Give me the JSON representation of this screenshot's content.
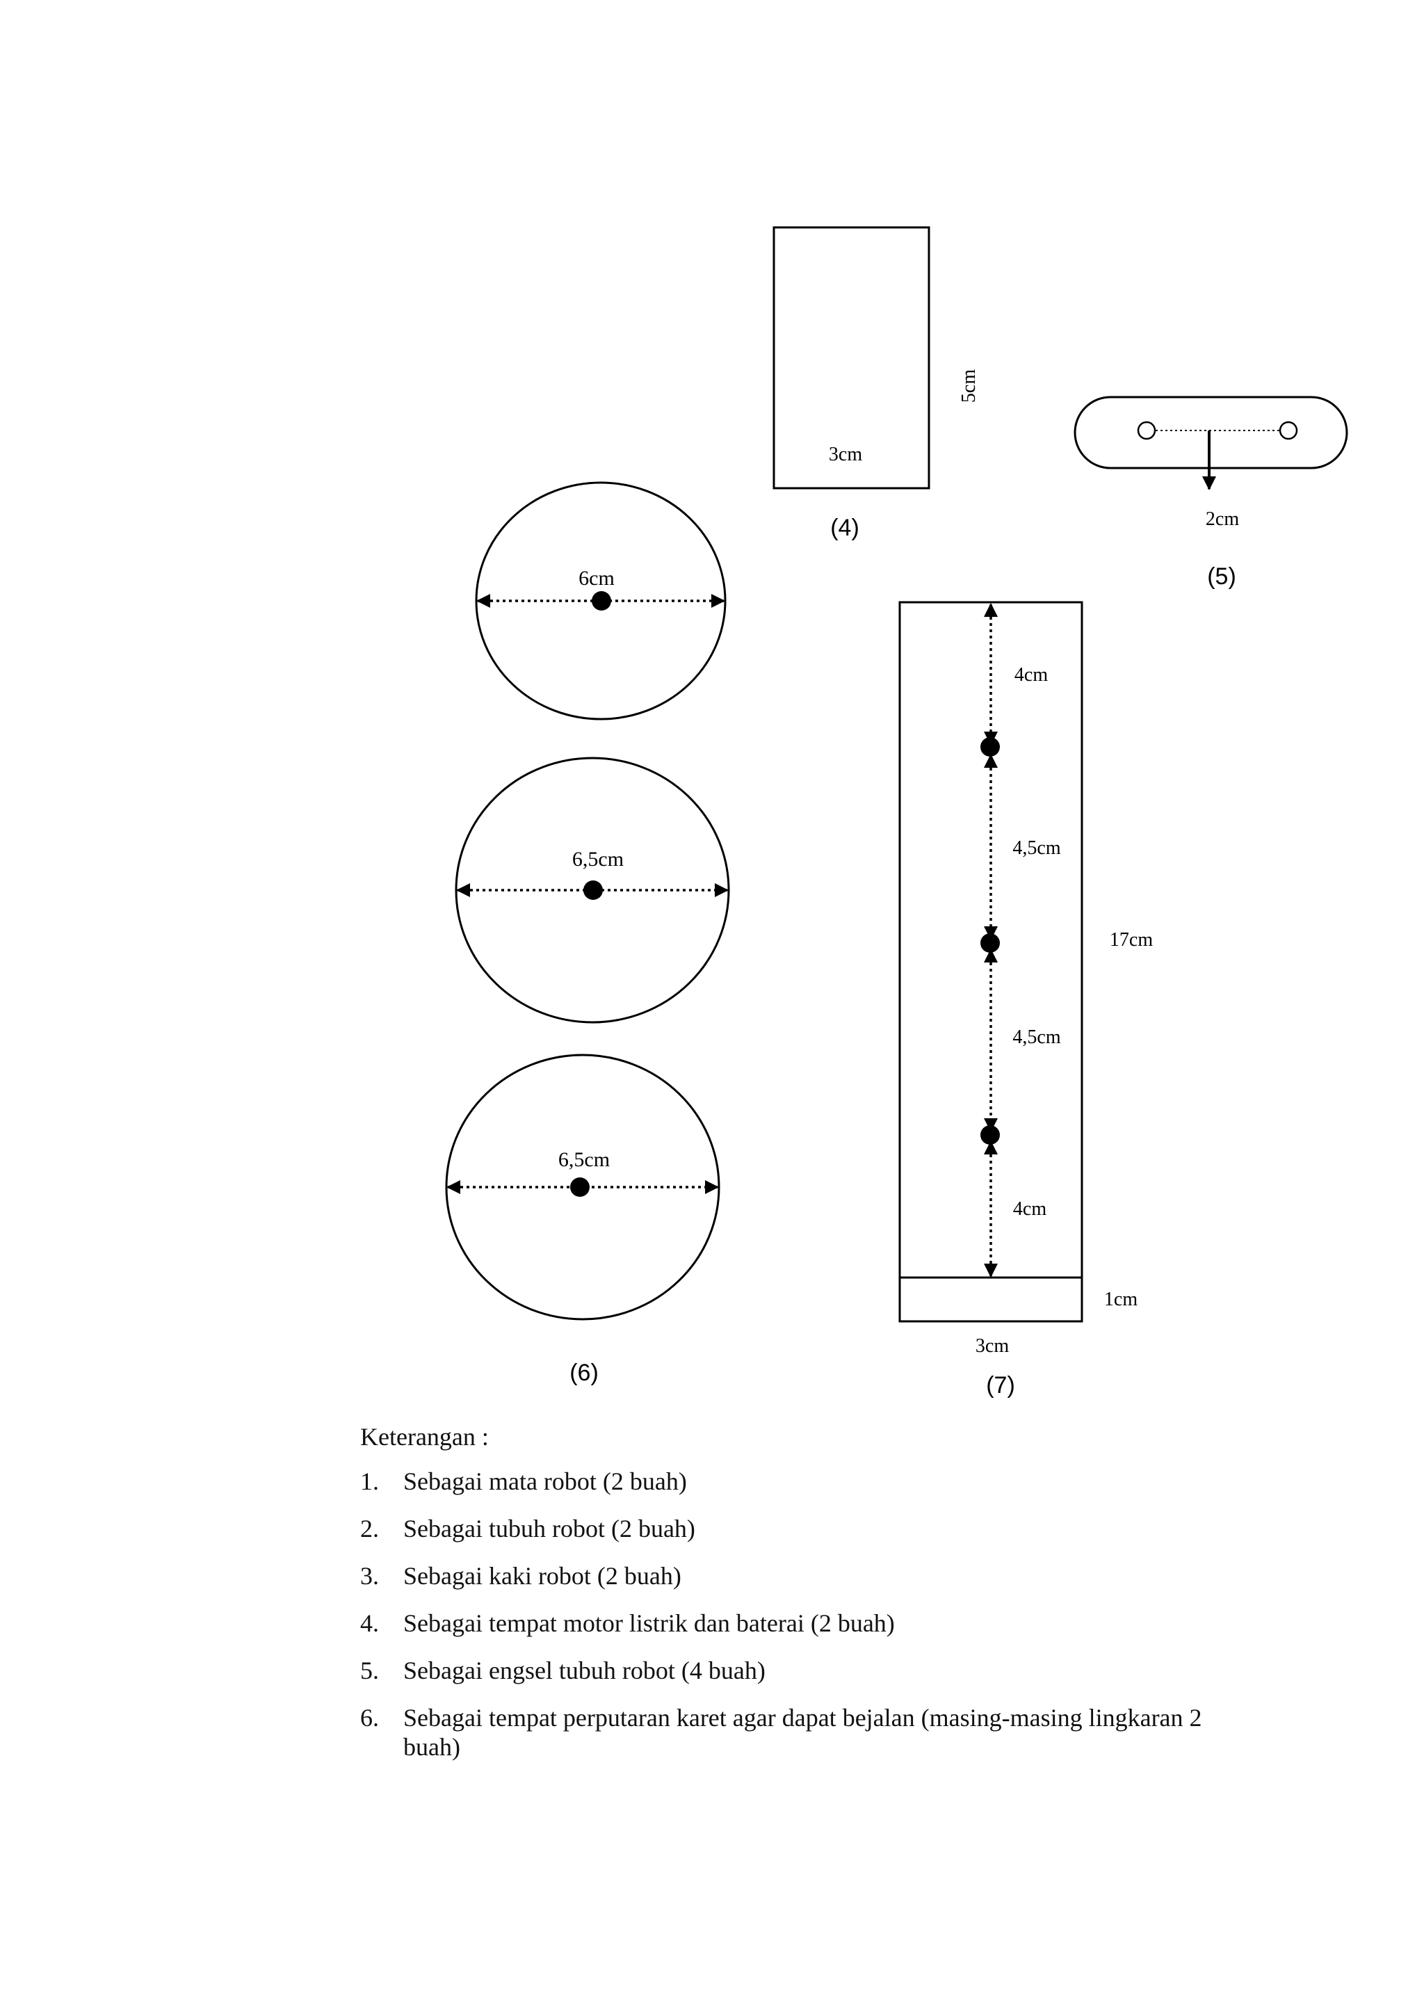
{
  "figures": {
    "fig4": {
      "caption": "(4)",
      "width_label": "3cm",
      "height_label": "5cm"
    },
    "fig5": {
      "caption": "(5)",
      "label": "2cm"
    },
    "fig6": {
      "caption": "(6)",
      "circles": [
        {
          "label": "6cm"
        },
        {
          "label": "6,5cm"
        },
        {
          "label": "6,5cm"
        }
      ]
    },
    "fig7": {
      "caption": "(7)",
      "segments": [
        "4cm",
        "4,5cm",
        "4,5cm",
        "4cm"
      ],
      "height_label": "17cm",
      "base_label": "1cm",
      "width_label": "3cm"
    }
  },
  "keterangan": {
    "title": "Keterangan :",
    "items": [
      {
        "num": "1.",
        "text": "Sebagai mata robot (2 buah)"
      },
      {
        "num": "2.",
        "text": "Sebagai tubuh robot (2 buah)"
      },
      {
        "num": "3.",
        "text": "Sebagai kaki robot (2 buah)"
      },
      {
        "num": "4.",
        "text": "Sebagai tempat motor listrik  dan baterai (2 buah)"
      },
      {
        "num": "5.",
        "text": "Sebagai engsel tubuh robot (4 buah)"
      },
      {
        "num": "6.",
        "text": "Sebagai tempat perputaran karet agar dapat bejalan (masing-masing lingkaran 2 buah)"
      }
    ]
  }
}
